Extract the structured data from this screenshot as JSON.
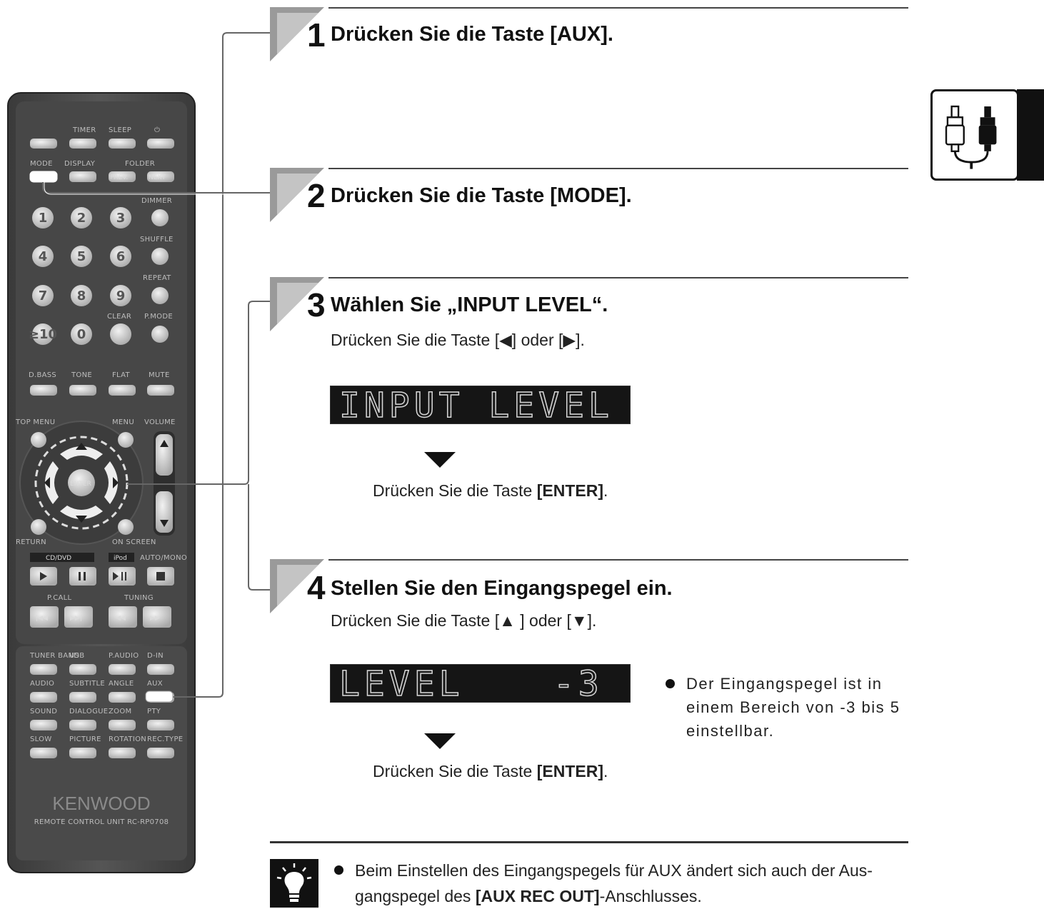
{
  "remote": {
    "brand": "KENWOOD",
    "model_text": "REMOTE CONTROL UNIT RC-RP0708",
    "top_labels": [
      "TIMER",
      "SLEEP"
    ],
    "mode_label": "MODE",
    "display_label": "DISPLAY",
    "folder_label": "FOLDER",
    "prev_label": "PREV.",
    "next_label": "NEXT",
    "side_labels": [
      "DIMMER",
      "SHUFFLE",
      "REPEAT",
      "CLEAR",
      "P.MODE"
    ],
    "numbers": [
      "1",
      "2",
      "3",
      "4",
      "5",
      "6",
      "7",
      "8",
      "9",
      "≥10",
      "0"
    ],
    "sound_labels": [
      "D.BASS",
      "TONE",
      "FLAT",
      "MUTE"
    ],
    "nav_labels": [
      "TOP MENU",
      "MENU",
      "VOLUME",
      "RETURN",
      "ON SCREEN"
    ],
    "enter_label": "ENTER",
    "source_labels": [
      "CD/DVD",
      "iPod",
      "AUTO/MONO"
    ],
    "recall_label": "P.CALL",
    "tuning_label": "TUNING",
    "bottom_labels": [
      "TUNER BAND",
      "USB",
      "P.AUDIO",
      "D-IN",
      "AUDIO",
      "SUBTITLE",
      "ANGLE",
      "AUX",
      "SOUND",
      "DIALOGUE",
      "ZOOM",
      "PTY",
      "SLOW",
      "PICTURE",
      "ROTATION",
      "REC.TYPE"
    ]
  },
  "steps": [
    {
      "number": "1",
      "title": "Drücken Sie die Taste [AUX]."
    },
    {
      "number": "2",
      "title": "Drücken Sie die Taste [MODE]."
    },
    {
      "number": "3",
      "title": "Wählen Sie „INPUT LEVEL“.",
      "instruction_prefix": "Drücken Sie die Taste [",
      "instruction_mid": "] oder [",
      "instruction_suffix": "].",
      "display": "INPUT LEVEL",
      "confirm_prefix": "Drücken Sie die Taste ",
      "confirm_key": "[ENTER]",
      "confirm_suffix": "."
    },
    {
      "number": "4",
      "title": "Stellen Sie den Eingangspegel ein.",
      "instruction_prefix": "Drücken Sie die Taste [",
      "instruction_mid": " ] oder [",
      "instruction_suffix": "].",
      "display_left": "LEVEL",
      "display_right": "-3",
      "confirm_prefix": "Drücken Sie die Taste ",
      "confirm_key": "[ENTER]",
      "confirm_suffix": ".",
      "note": "Der Eingangspegel ist in einem Bereich von -3 bis 5 einstellbar."
    }
  ],
  "tip": {
    "line1": "Beim Einstellen des Eingangspegels für AUX ändert sich auch der Aus-",
    "line2_prefix": "gangspegel des ",
    "line2_key": "[AUX REC OUT]",
    "line2_suffix": "-Anschlusses."
  },
  "icons": {
    "side_tab": "rca-connector-icon",
    "tip": "lightbulb-icon"
  }
}
